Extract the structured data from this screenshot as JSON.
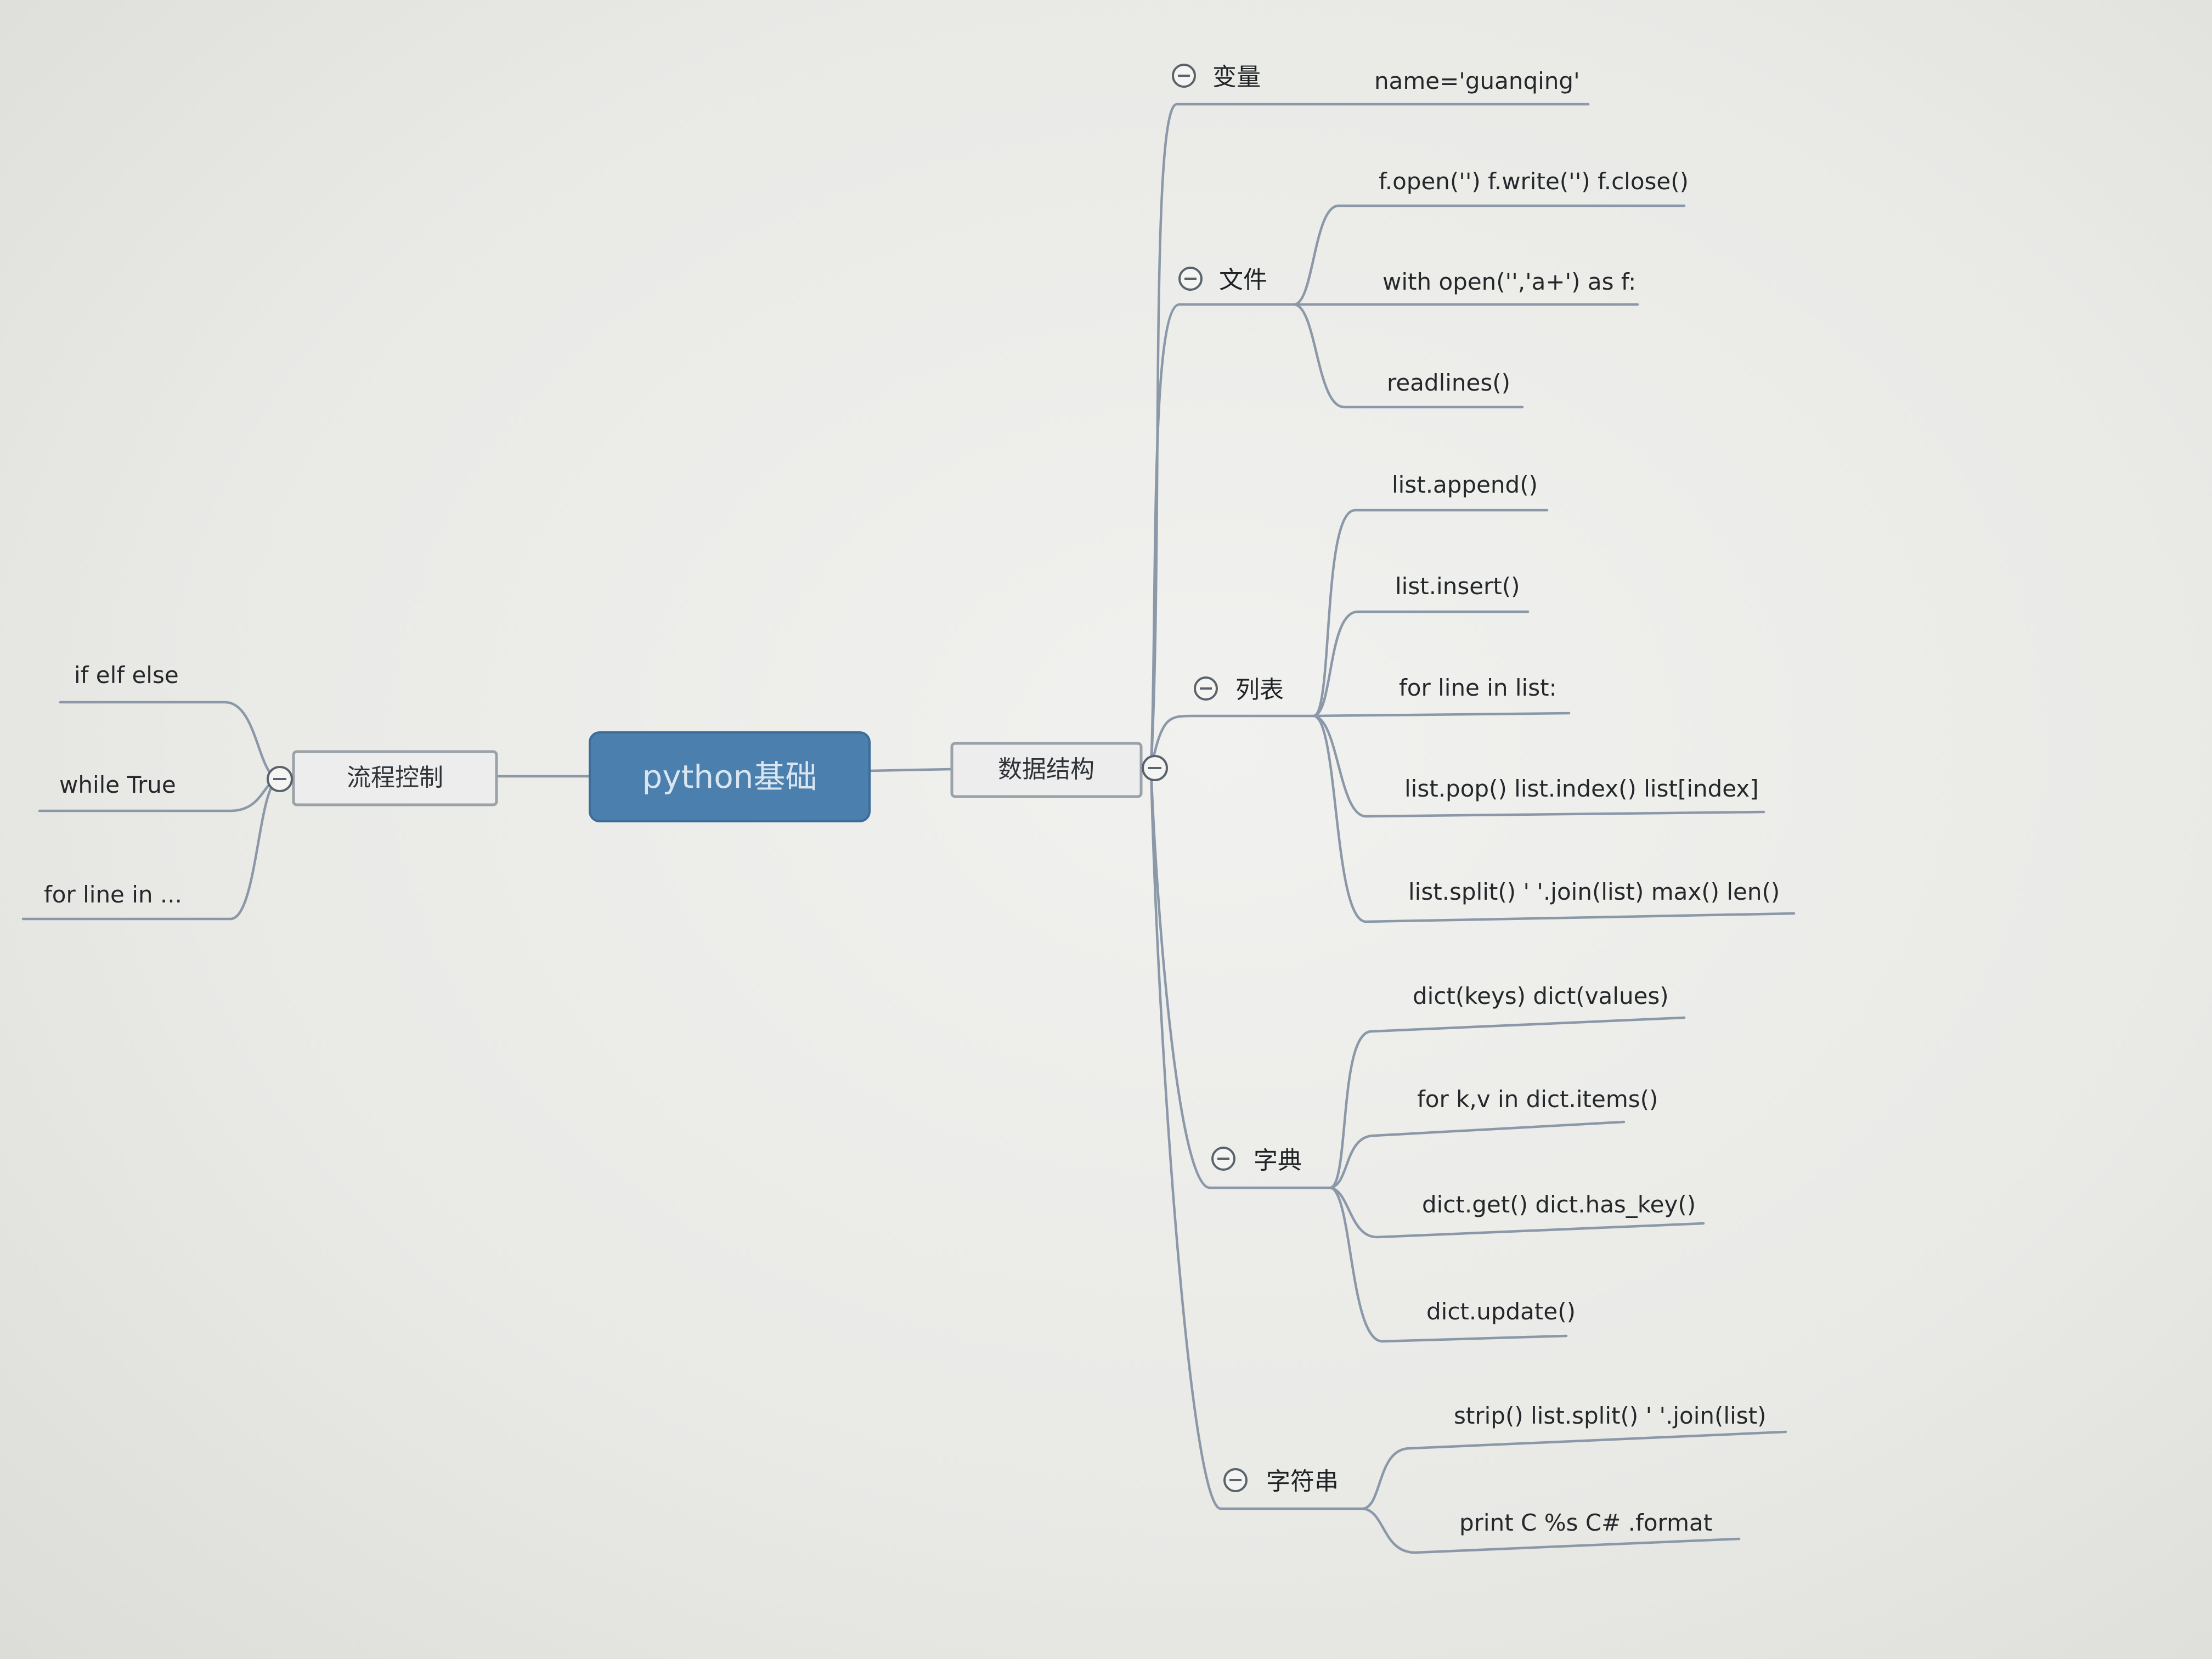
{
  "root": {
    "label": "python基础"
  },
  "left": {
    "label": "流程控制",
    "items": [
      "if elf else",
      "while True",
      "for line in ..."
    ]
  },
  "right": {
    "label": "数据结构",
    "categories": [
      {
        "label": "变量",
        "items": [
          "name='guanqing'"
        ]
      },
      {
        "label": "文件",
        "items": [
          "f.open('') f.write('') f.close()",
          "with open('','a+') as f:",
          "readlines()"
        ]
      },
      {
        "label": "列表",
        "items": [
          "list.append()",
          "list.insert()",
          "for line in list:",
          "list.pop()  list.index()  list[index]",
          "list.split()   ' '.join(list)  max()  len()"
        ]
      },
      {
        "label": "字典",
        "items": [
          "dict(keys)   dict(values)",
          "for k,v in dict.items()",
          "dict.get()  dict.has_key()",
          "dict.update()"
        ]
      },
      {
        "label": "字符串",
        "items": [
          "strip()   list.split()   ' '.join(list)",
          "print  C %s  C#  .format"
        ]
      }
    ]
  },
  "colors": {
    "root_fill": "#4a7fae",
    "connector": "#8a98a8",
    "box_fill": "#ecedec"
  }
}
